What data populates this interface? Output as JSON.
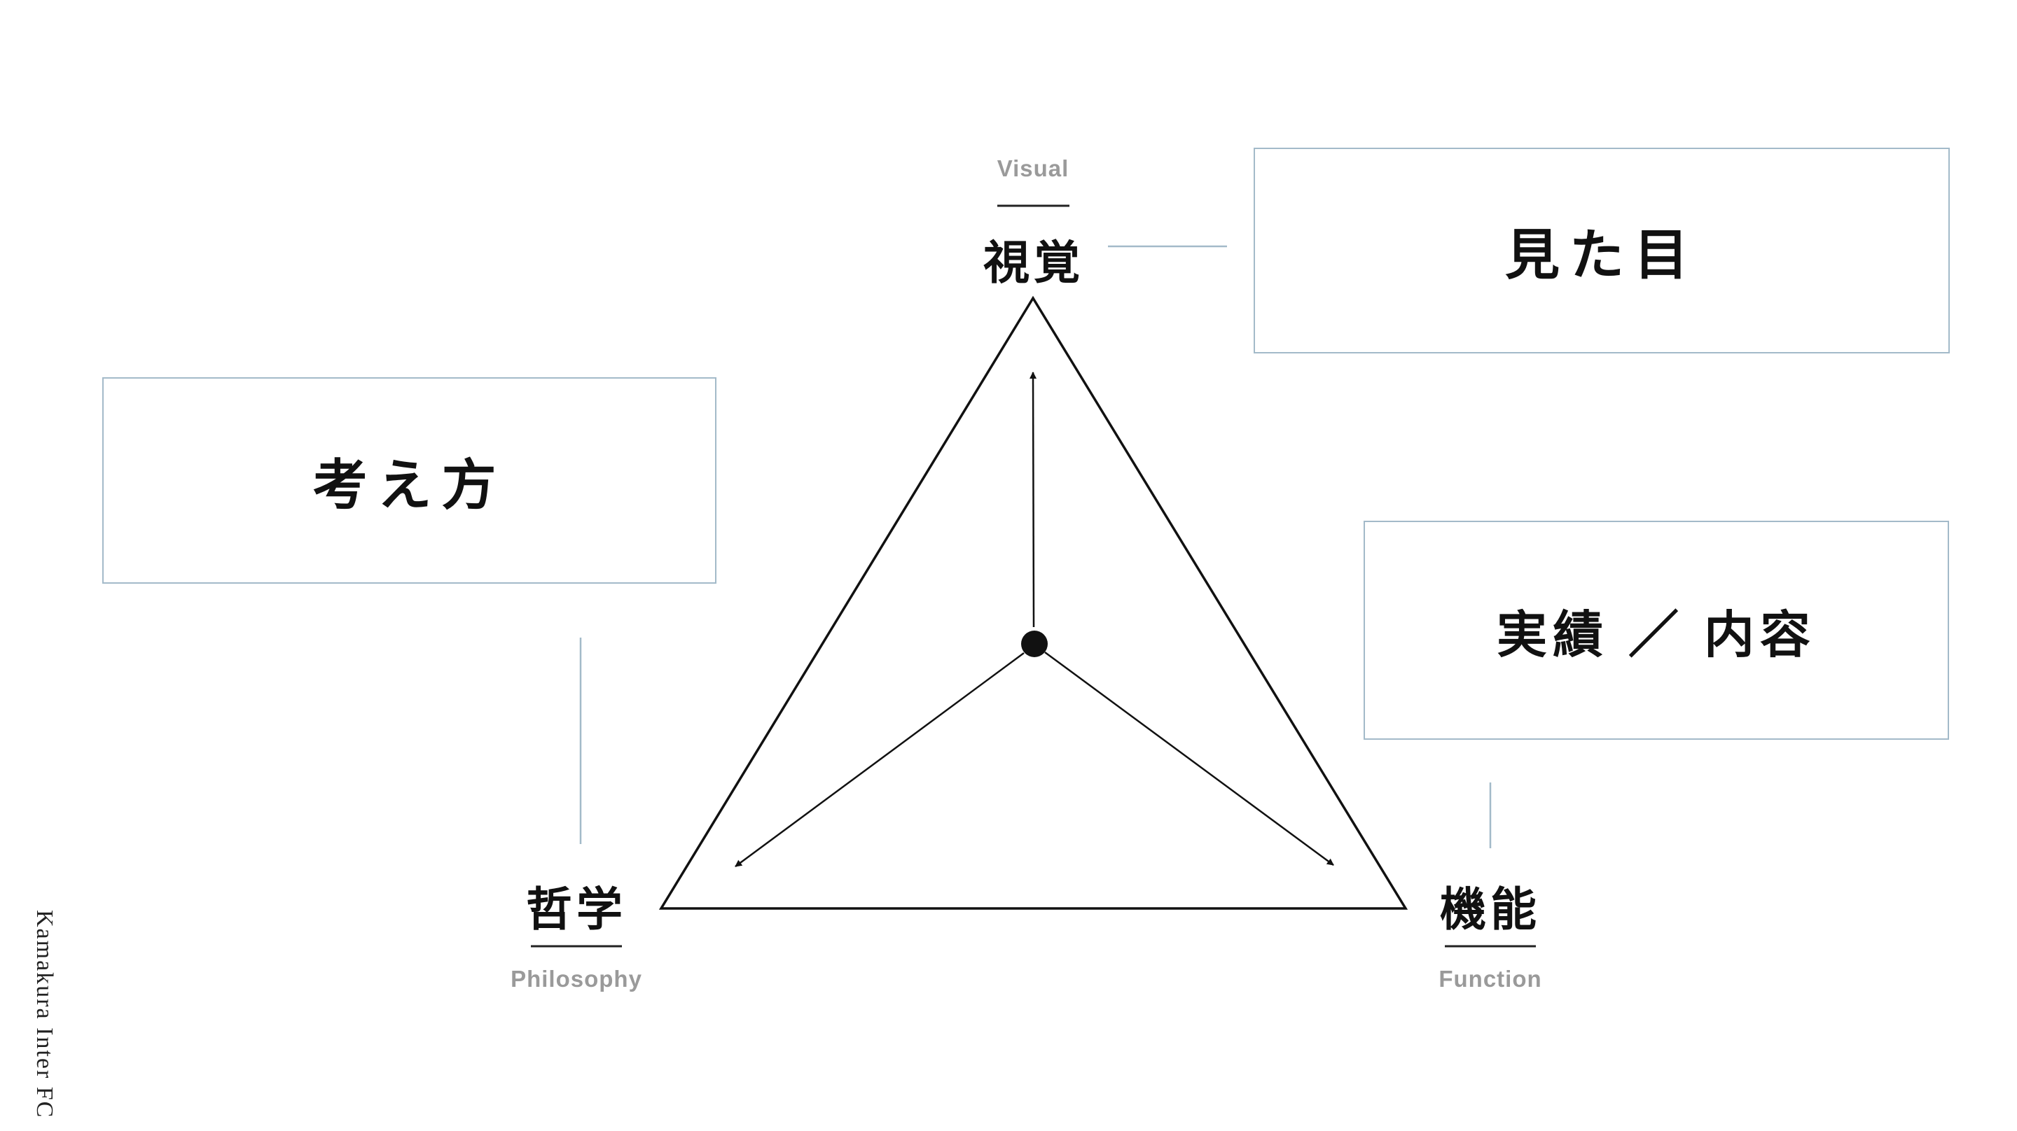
{
  "triangle": {
    "top": {
      "label_ja": "視覚",
      "label_en": "Visual"
    },
    "bottom_left": {
      "label_ja": "哲学",
      "label_en": "Philosophy"
    },
    "bottom_right": {
      "label_ja": "機能",
      "label_en": "Function"
    }
  },
  "callouts": {
    "visual": {
      "text": "見た目"
    },
    "philosophy": {
      "text": "考え方"
    },
    "function": {
      "text": "実績 ／ 内容"
    }
  },
  "watermark": {
    "text": "Kamakura Inter FC"
  },
  "colors": {
    "background": "#ffffff",
    "ink": "#111111",
    "muted_text": "#9a9a9a",
    "accent_border": "#a3bac9",
    "connector": "#a3bac9",
    "underline": "#222222"
  }
}
